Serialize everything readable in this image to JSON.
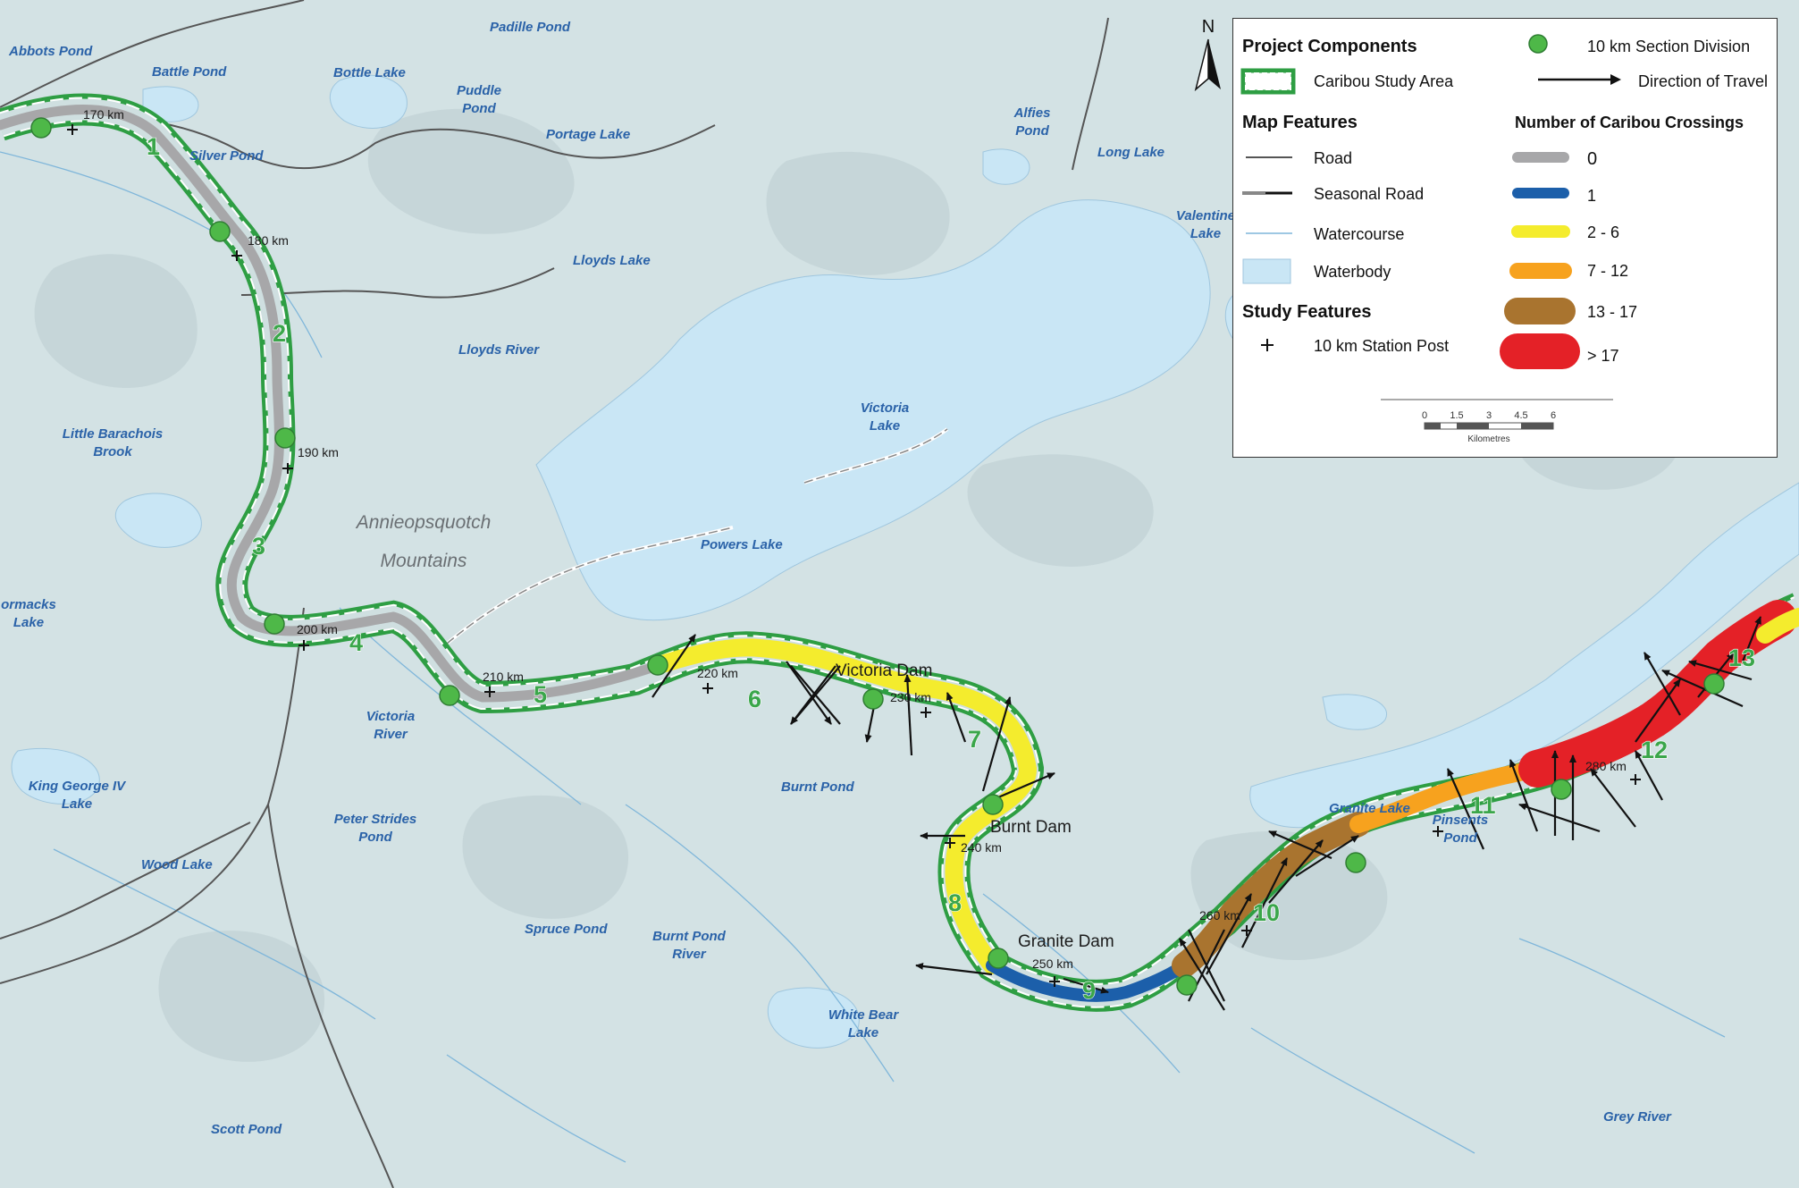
{
  "colors": {
    "land": "#d3e2e4",
    "water": "#c9e6f5",
    "corridor_green": "#2e9e43",
    "road": "#555555",
    "crossings_0": "#a7a7a9",
    "crossings_1": "#1c5faa",
    "crossings_2_6": "#f4ec2d",
    "crossings_7_12": "#f7a21e",
    "crossings_13_17": "#a9742f",
    "crossings_gt17": "#e42127",
    "section_division": "#4eb848"
  },
  "north_arrow": "N",
  "water_labels": [
    {
      "id": "abbots-pond",
      "lines": [
        "Abbots Pond"
      ]
    },
    {
      "id": "battle-pond",
      "lines": [
        "Battle Pond"
      ]
    },
    {
      "id": "bottle-lake",
      "lines": [
        "Bottle Lake"
      ]
    },
    {
      "id": "padille-pond",
      "lines": [
        "Padille Pond"
      ]
    },
    {
      "id": "puddle-pond",
      "lines": [
        "Puddle",
        "Pond"
      ]
    },
    {
      "id": "portage-lake",
      "lines": [
        "Portage Lake"
      ]
    },
    {
      "id": "silver-pond",
      "lines": [
        "Silver Pond"
      ]
    },
    {
      "id": "alfies-pond",
      "lines": [
        "Alfies",
        "Pond"
      ]
    },
    {
      "id": "long-lake",
      "lines": [
        "Long Lake"
      ]
    },
    {
      "id": "valentine-lake",
      "lines": [
        "Valentine",
        "Lake"
      ]
    },
    {
      "id": "lloyds-lake",
      "lines": [
        "Lloyds Lake"
      ]
    },
    {
      "id": "lloyds-river",
      "lines": [
        "Lloyds River"
      ]
    },
    {
      "id": "victoria-lake",
      "lines": [
        "Victoria",
        "Lake"
      ]
    },
    {
      "id": "little-barachois-brook",
      "lines": [
        "Little Barachois",
        "Brook"
      ]
    },
    {
      "id": "powers-lake",
      "lines": [
        "Powers Lake"
      ]
    },
    {
      "id": "cormacks-lake",
      "lines": [
        "ormacks",
        "Lake"
      ]
    },
    {
      "id": "victoria-river",
      "lines": [
        "Victoria",
        "River"
      ]
    },
    {
      "id": "king-george-iv-lake",
      "lines": [
        "King George IV",
        "Lake"
      ]
    },
    {
      "id": "peter-strides-pond",
      "lines": [
        "Peter Strides",
        "Pond"
      ]
    },
    {
      "id": "burnt-pond",
      "lines": [
        "Burnt Pond"
      ]
    },
    {
      "id": "wood-lake",
      "lines": [
        "Wood Lake"
      ]
    },
    {
      "id": "granite-lake",
      "lines": [
        "Granite Lake"
      ]
    },
    {
      "id": "pinsents-pond",
      "lines": [
        "Pinsents",
        "Pond"
      ]
    },
    {
      "id": "spruce-pond",
      "lines": [
        "Spruce Pond"
      ]
    },
    {
      "id": "burnt-pond-river",
      "lines": [
        "Burnt Pond",
        "River"
      ]
    },
    {
      "id": "white-bear-lake",
      "lines": [
        "White Bear",
        "Lake"
      ]
    },
    {
      "id": "scott-pond",
      "lines": [
        "Scott Pond"
      ]
    },
    {
      "id": "grey-river",
      "lines": [
        "Grey River"
      ]
    }
  ],
  "mountain_label": [
    "Annieopsquotch",
    "Mountains"
  ],
  "dam_labels": [
    "Victoria Dam",
    "Burnt Dam",
    "Granite Dam"
  ],
  "km_labels": [
    "170 km",
    "180 km",
    "190 km",
    "200 km",
    "210 km",
    "220 km",
    "230 km",
    "240 km",
    "250 km",
    "260 km",
    "280 km"
  ],
  "section_numbers": [
    "1",
    "2",
    "3",
    "4",
    "5",
    "6",
    "7",
    "8",
    "9",
    "10",
    "11",
    "12",
    "13"
  ],
  "legend": {
    "project_components": "Project Components",
    "section_division": "10 km Section Division",
    "study_area": "Caribou Study Area",
    "direction_of_travel": "Direction of Travel",
    "map_features": "Map Features",
    "road": "Road",
    "seasonal_road": "Seasonal Road",
    "watercourse": "Watercourse",
    "waterbody": "Waterbody",
    "study_features": "Study Features",
    "station_post": "10 km Station Post",
    "crossings_title": "Number of Caribou Crossings",
    "classes": [
      "0",
      "1",
      "2 - 6",
      "7 - 12",
      "13 - 17",
      "> 17"
    ],
    "scale_ticks": [
      "0",
      "1.5",
      "3",
      "4.5",
      "6"
    ],
    "scale_unit": "Kilometres"
  }
}
